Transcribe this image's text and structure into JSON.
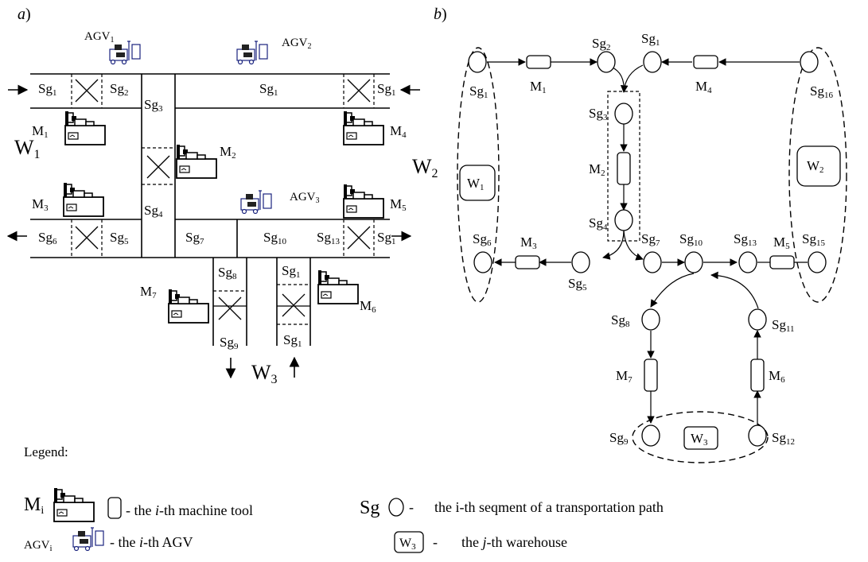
{
  "panels": {
    "a": "a",
    "b": "b"
  },
  "layout_a": {
    "agv_labels": [
      "AGV",
      "1",
      "AGV",
      "2",
      "AGV",
      "3"
    ],
    "segments": {
      "sg1_left": [
        "Sg",
        "1"
      ],
      "sg2": [
        "Sg",
        "2"
      ],
      "sg1_top": [
        "Sg",
        "1"
      ],
      "sg1_right": [
        "Sg",
        "1"
      ],
      "sg3": [
        "Sg",
        "3"
      ],
      "sg4": [
        "Sg",
        "4"
      ],
      "sg6": [
        "Sg",
        "6"
      ],
      "sg5": [
        "Sg",
        "5"
      ],
      "sg7": [
        "Sg",
        "7"
      ],
      "sg10": [
        "Sg",
        "10"
      ],
      "sg13": [
        "Sg",
        "13"
      ],
      "sg1_br": [
        "Sg",
        "1"
      ],
      "sg8": [
        "Sg",
        "8"
      ],
      "sg1_mid": [
        "Sg",
        "1"
      ],
      "sg9": [
        "Sg",
        "9"
      ],
      "sg1_low": [
        "Sg",
        "1"
      ]
    },
    "machines": {
      "m1": [
        "M",
        "1"
      ],
      "m2": [
        "M",
        "2"
      ],
      "m3": [
        "M",
        "3"
      ],
      "m4": [
        "M",
        "4"
      ],
      "m5": [
        "M",
        "5"
      ],
      "m6": [
        "M",
        "6"
      ],
      "m7": [
        "M",
        "7"
      ]
    },
    "warehouses": {
      "w1": [
        "W",
        "1"
      ],
      "w3": [
        "W",
        "3"
      ]
    }
  },
  "graph_b": {
    "nodes": {
      "sg1a": [
        "Sg",
        "1"
      ],
      "sg2": [
        "Sg",
        "2"
      ],
      "sg1b": [
        "Sg",
        "1"
      ],
      "sg16": [
        "Sg",
        "16"
      ],
      "sg3": [
        "Sg",
        "3"
      ],
      "sg4": [
        "Sg",
        "4"
      ],
      "sg6": [
        "Sg",
        "6"
      ],
      "sg5": [
        "Sg",
        "5"
      ],
      "sg7": [
        "Sg",
        "7"
      ],
      "sg10": [
        "Sg",
        "10"
      ],
      "sg13": [
        "Sg",
        "13"
      ],
      "sg15": [
        "Sg",
        "15"
      ],
      "sg8": [
        "Sg",
        "8"
      ],
      "sg11": [
        "Sg",
        "11"
      ],
      "sg9": [
        "Sg",
        "9"
      ],
      "sg12": [
        "Sg",
        "12"
      ]
    },
    "machines": {
      "m1": [
        "M",
        "1"
      ],
      "m4": [
        "M",
        "4"
      ],
      "m2": [
        "M",
        "2"
      ],
      "m3": [
        "M",
        "3"
      ],
      "m5": [
        "M",
        "5"
      ],
      "m7": [
        "M",
        "7"
      ],
      "m6": [
        "M",
        "6"
      ]
    },
    "warehouses": {
      "w1": [
        "W",
        "1"
      ],
      "w2": [
        "W",
        "2"
      ],
      "w3": [
        "W",
        "3"
      ],
      "w2_big": [
        "W",
        "2"
      ]
    }
  },
  "legend": {
    "title": "Legend:",
    "machine_symbol": [
      "M",
      "i"
    ],
    "machine_text": [
      "- the ",
      "i",
      "-th machine tool"
    ],
    "agv_symbol": [
      "AGV",
      "i"
    ],
    "agv_text": [
      "- the ",
      "i",
      "-th AGV"
    ],
    "segment_symbol": "Sg",
    "segment_dash": "-",
    "segment_text": "the i-th seqment of a transportation path",
    "warehouse_symbol": [
      "W",
      "3"
    ],
    "warehouse_dash": "-",
    "warehouse_text": [
      "the ",
      "j",
      "-th warehouse"
    ]
  }
}
